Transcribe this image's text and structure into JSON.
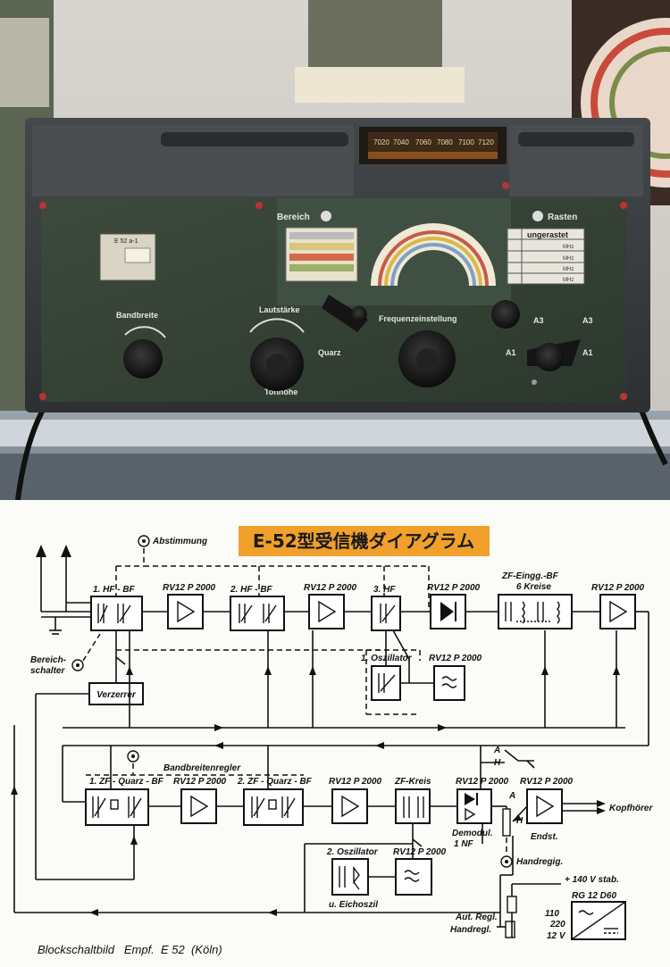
{
  "photo": {
    "dial_scale": [
      "7020",
      "7040",
      "7060",
      "7080",
      "7100",
      "7120"
    ],
    "plate_model": "E 52 a-1",
    "labels": {
      "bereich": "Bereich",
      "rasten": "Rasten",
      "bandbreite": "Bandbreite",
      "lautstaerke": "Lautstärke",
      "quarz": "Quarz",
      "tonhoehe": "Tonhöhe",
      "frequenzeinstellung": "Frequenzeinstellung",
      "ungerastet": "ungerastet",
      "mhz": "MHz",
      "a3": "A3",
      "a1": "A1"
    }
  },
  "diagram": {
    "title": "E-52型受信機ダイアグラム",
    "caption": "Blockschaltbild   Empf.  E 52  (Köln)",
    "labels": {
      "abstimmung": "Abstimmung",
      "hf1": "1. HF - BF",
      "rv1": "RV12 P 2000",
      "hf2": "2. HF - BF",
      "rv2": "RV12 P 2000",
      "hf3": "3. HF",
      "rv3": "RV12 P 2000",
      "zf_eingg": "ZF-Eingg.-BF",
      "kreise": "6 Kreise",
      "rv4": "RV12 P 2000",
      "bereichschalter1": "Bereich-",
      "bereichschalter2": "schalter",
      "oszillator1": "1. Oszillator",
      "rv_osc1": "RV12 P 2000",
      "verzerrer": "Verzerrer",
      "a_top": "A",
      "h_top": "H",
      "bandbreitenregler": "Bandbreitenregler",
      "zf1": "1. ZF - Quarz - BF",
      "rv5": "RV12 P 2000",
      "zf2": "2. ZF - Quarz - BF",
      "rv6": "RV12 P 2000",
      "zf_kreis": "ZF-Kreis",
      "rv7": "RV12 P 2000",
      "rv8": "RV12 P 2000",
      "a_mid": "A",
      "h_mid": "H",
      "kopfhoerer": "Kopfhörer",
      "demodul": "Demodul.",
      "nf1": "1 NF",
      "endst": "Endst.",
      "handregig": "Handregig.",
      "oszillator2": "2. Oszillator",
      "rv_osc2": "RV12 P 2000",
      "eichoszil": "u. Eichoszil",
      "plus140": "+ 140 V  stab.",
      "rg12": "RG 12   D60",
      "v110": "110",
      "v220": "220",
      "v12": "12 V",
      "autregl": "Aut. Regl.",
      "handregl": "Handregl."
    }
  }
}
